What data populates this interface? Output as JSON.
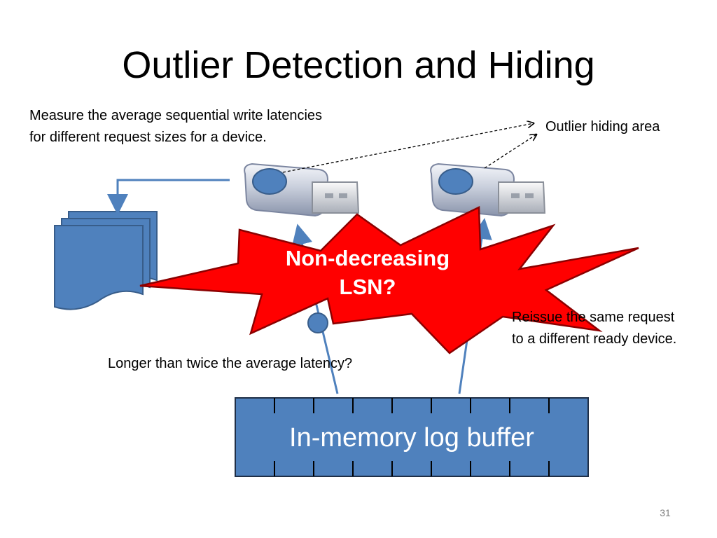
{
  "slide": {
    "title": "Outlier Detection and Hiding",
    "page_number": "31"
  },
  "notes": {
    "measure": "Measure the average sequential write latencies for different request sizes for a device.",
    "outlier_area": "Outlier hiding area",
    "reissue": "Reissue the same request to a different ready device.",
    "longer": "Longer than twice the average latency?"
  },
  "burst": {
    "line1": "Non-decreasing",
    "line2": "LSN?",
    "fill": "#ff0000",
    "stroke": "#8b0000"
  },
  "buffer": {
    "label": "In-memory log buffer",
    "cells": 9,
    "fill": "#4f81bd"
  },
  "colors": {
    "accent_blue": "#4f81bd",
    "dark_blue": "#385d8a",
    "highlight_yellow": "#ffff00"
  },
  "icons": [
    "usb-drive-icon",
    "usb-drive-icon",
    "document-stack-icon"
  ]
}
